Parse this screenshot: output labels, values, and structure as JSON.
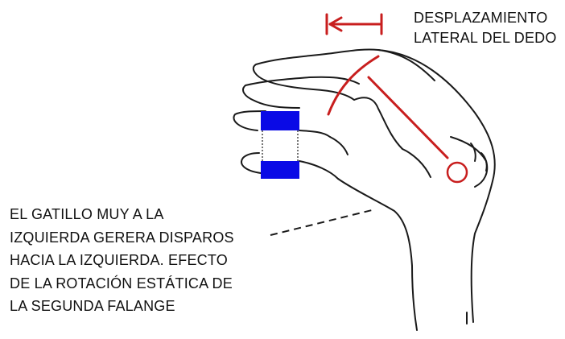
{
  "labels": {
    "lateral_shift": [
      "DESPLAZAMIENTO",
      "LATERAL DEL DEDO"
    ],
    "trigger_note": [
      "EL GATILLO MUY A LA",
      "IZQUIERDA GERERA DISPAROS",
      "HACIA LA IZQUIERDA. EFECTO",
      "DE LA ROTACIÓN ESTÁTICA DE",
      "LA SEGUNDA FALANGE"
    ]
  },
  "colors": {
    "annotation_red": "#c81e1e",
    "trigger_blue": "#0a0ae6",
    "outline": "#1a1a1a"
  },
  "icons": {
    "lateral_arrow": "left-arrow-between-bars",
    "pivot_marker": "circle"
  }
}
